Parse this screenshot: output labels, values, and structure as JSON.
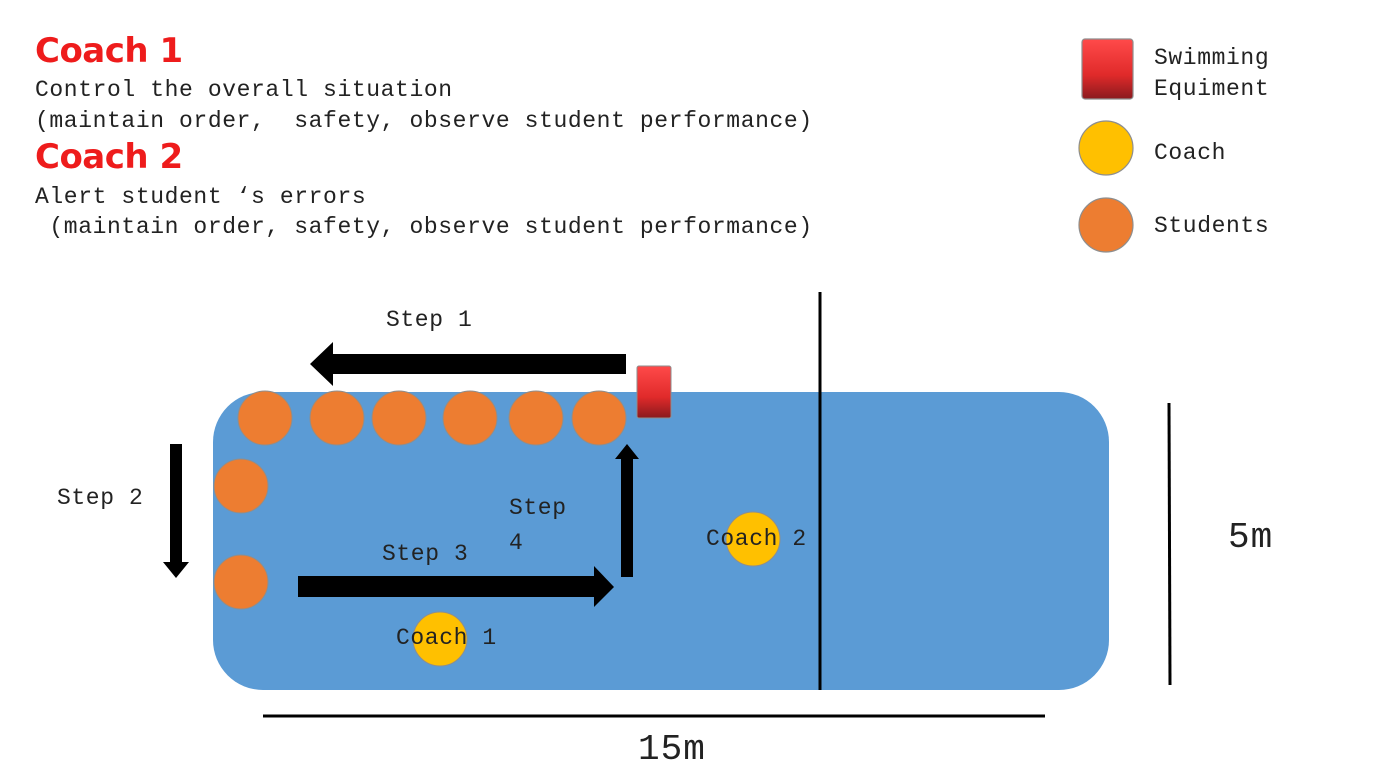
{
  "roles": {
    "coach1": {
      "title": "Coach 1",
      "line1": "Control the overall situation",
      "line2": "(maintain order,  safety, observe student performance)"
    },
    "coach2": {
      "title": "Coach 2",
      "line1": "Alert student ‘s errors",
      "line2": " (maintain order, safety, observe student performance)"
    }
  },
  "legend": {
    "equipment_line1": "Swimming",
    "equipment_line2": "Equiment",
    "coach": "Coach",
    "students": "Students"
  },
  "diagram": {
    "step1": "Step 1",
    "step2": "Step 2",
    "step3": "Step 3",
    "step4_line1": "Step",
    "step4_line2": "4",
    "coach1_label": "Coach 1",
    "coach2_label": "Coach 2",
    "width_label": "15m",
    "height_label": "5m"
  },
  "colors": {
    "pool": "#5b9bd5",
    "student": "#ed7d31",
    "coach": "#ffc000",
    "equipment": "#e8303a",
    "title": "#ee1c1c"
  }
}
